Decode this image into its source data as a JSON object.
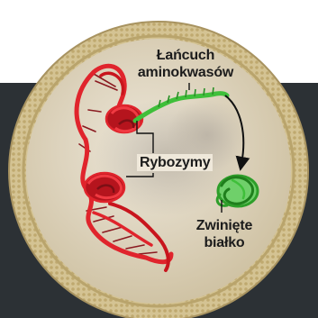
{
  "labels": {
    "chain_line1": "Łańcuch",
    "chain_line2": "aminokwasów",
    "ribozymes": "Rybozymy",
    "protein_line1": "Zwinięte",
    "protein_line2": "białko"
  },
  "colors": {
    "top_background": "#ffffff",
    "bottom_background": "#2c3135",
    "membrane": "#d4c393",
    "cell_interior": "#e7dfcd",
    "rna_strand": "#e0242c",
    "rna_rungs": "#8a1a20",
    "amino_chain": "#3fbf3a",
    "folded_protein": "#2e9e2a",
    "arrow": "#111111",
    "label_text": "#1c1c1c"
  }
}
